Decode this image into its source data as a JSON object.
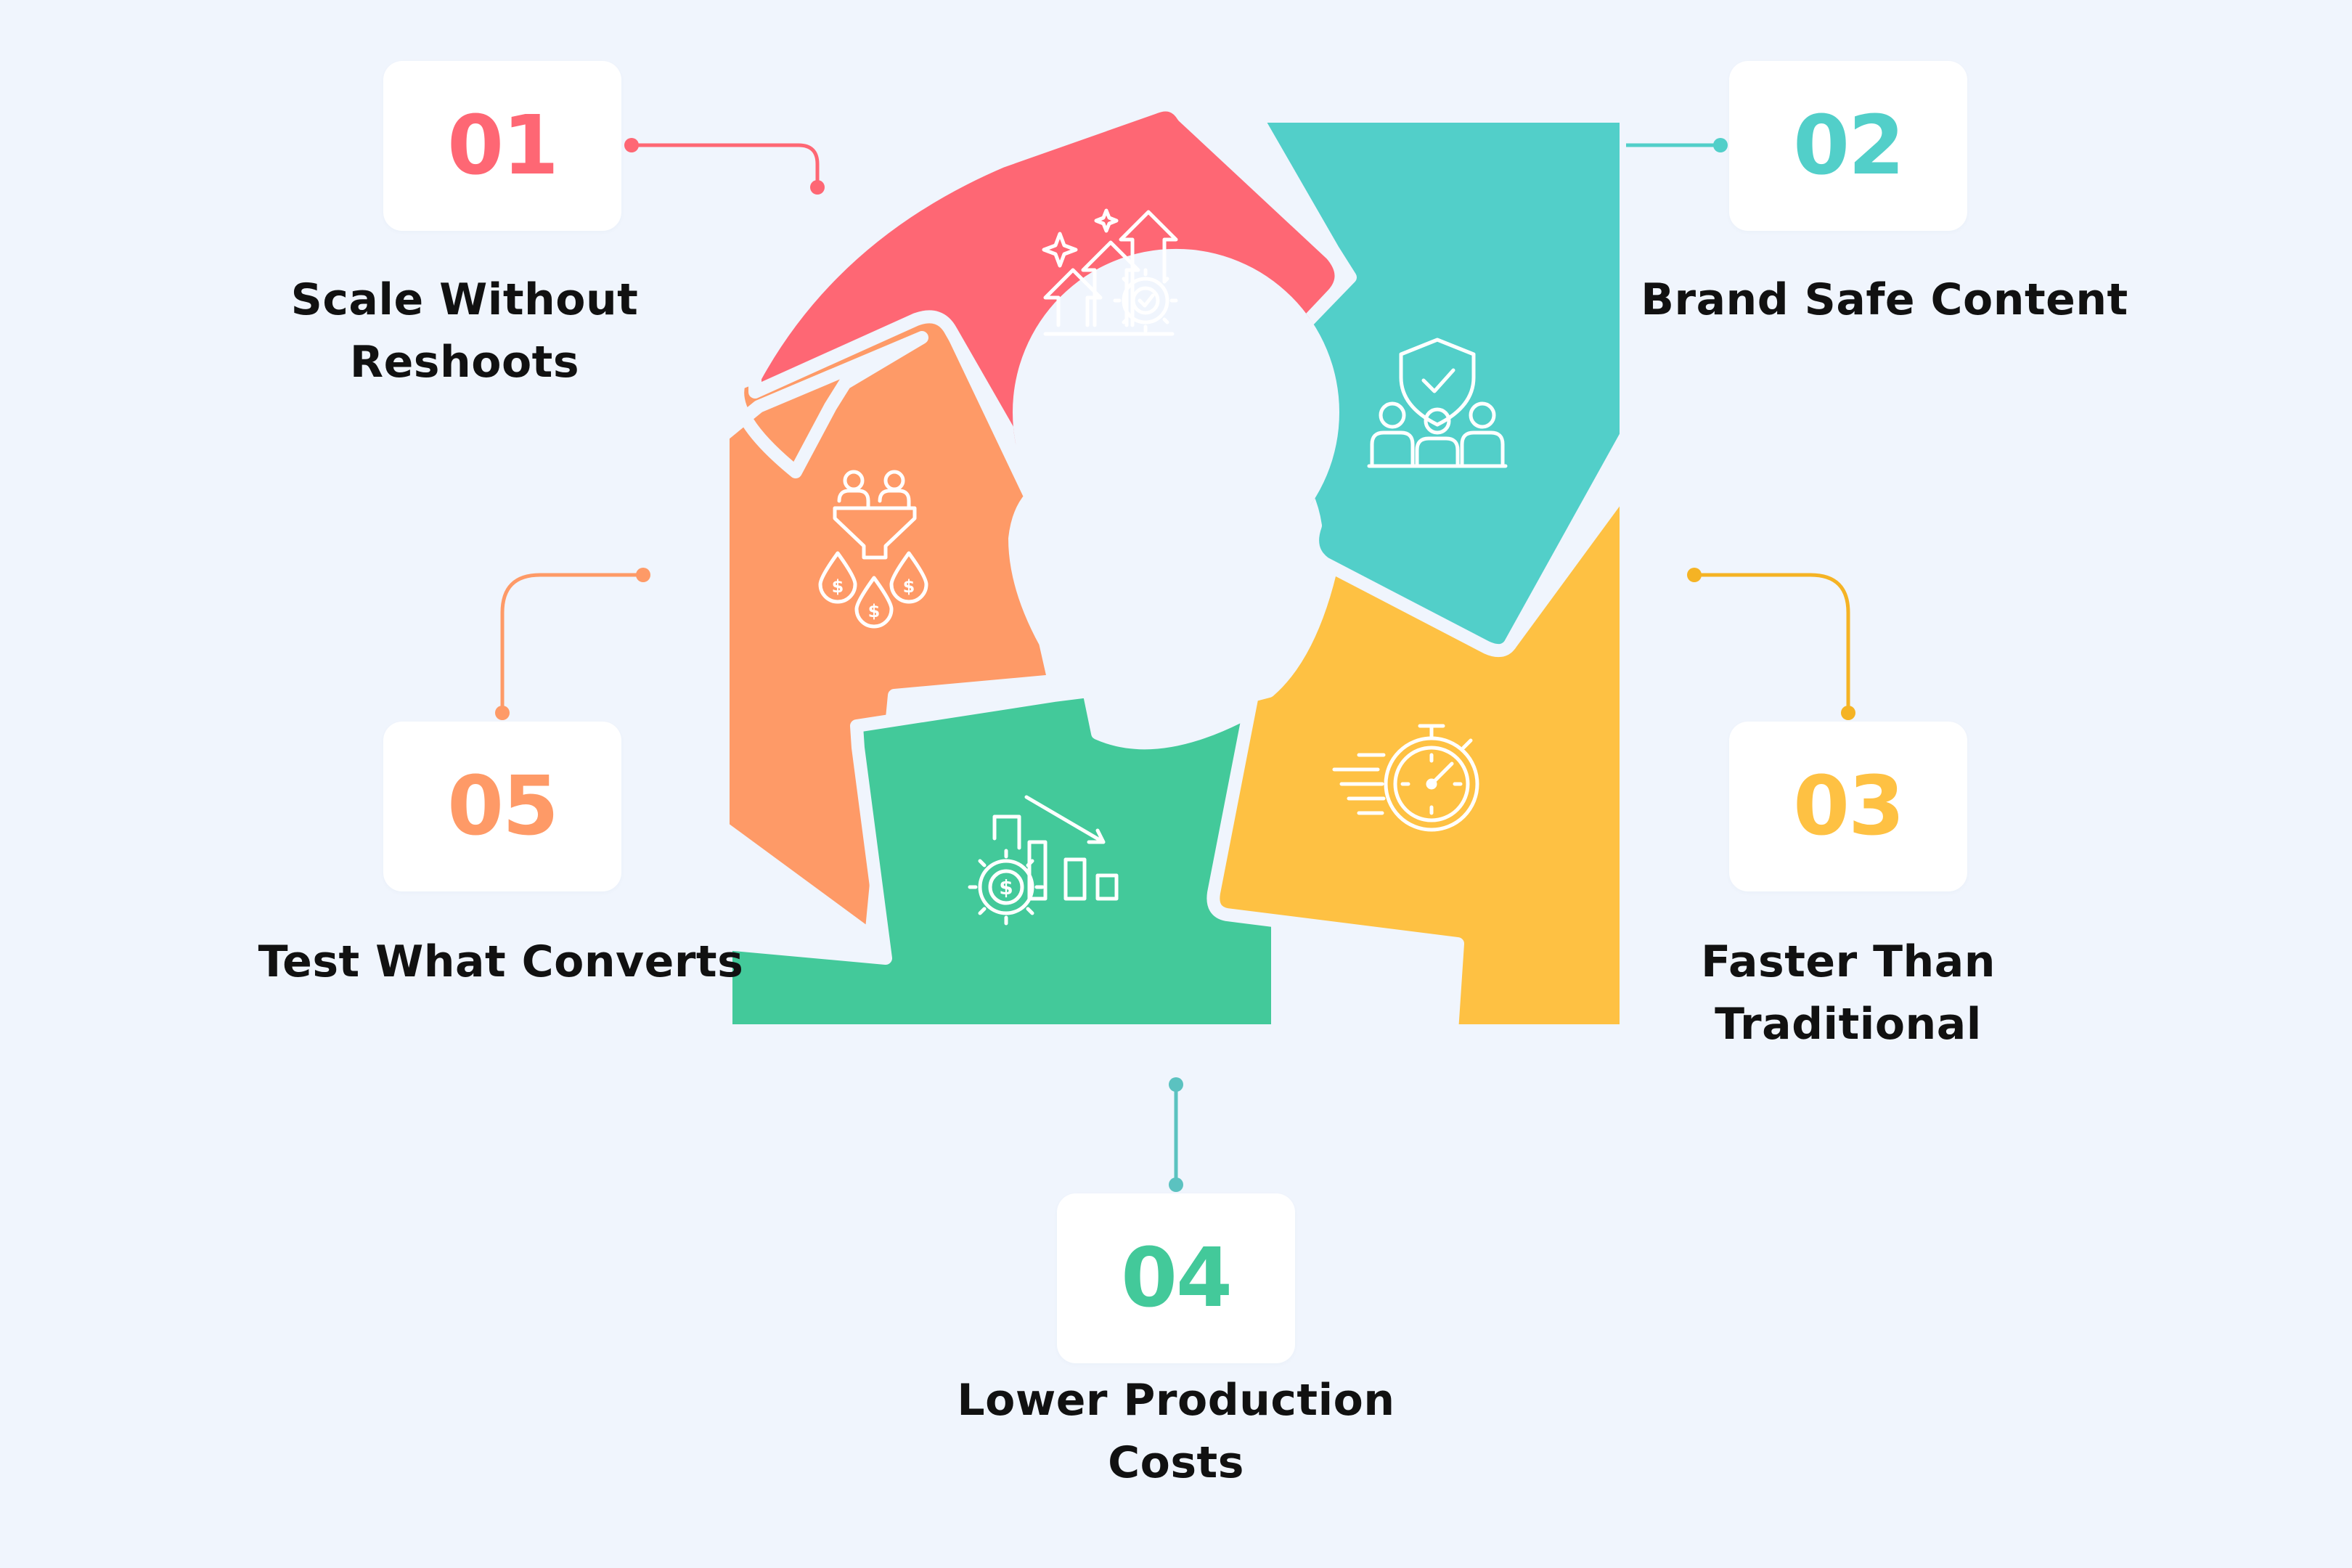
{
  "colors": {
    "background": "#f0f5fd",
    "card": "#ffffff",
    "label_text": "#111111"
  },
  "steps": [
    {
      "number": "01",
      "label": "Scale Without\nReshoots",
      "color": "#fe6774",
      "icon": "growth-arrows-gear-icon"
    },
    {
      "number": "02",
      "label": "Brand Safe Content",
      "color": "#52cfc9",
      "icon": "shield-check-team-icon"
    },
    {
      "number": "03",
      "label": "Faster Than\nTraditional",
      "color": "#fec143",
      "icon": "stopwatch-speed-icon"
    },
    {
      "number": "04",
      "label": "Lower Production\nCosts",
      "color": "#43c99a",
      "icon": "cost-decrease-chart-icon"
    },
    {
      "number": "05",
      "label": "Test What Converts",
      "color": "#fe9a67",
      "icon": "funnel-money-icon"
    }
  ]
}
